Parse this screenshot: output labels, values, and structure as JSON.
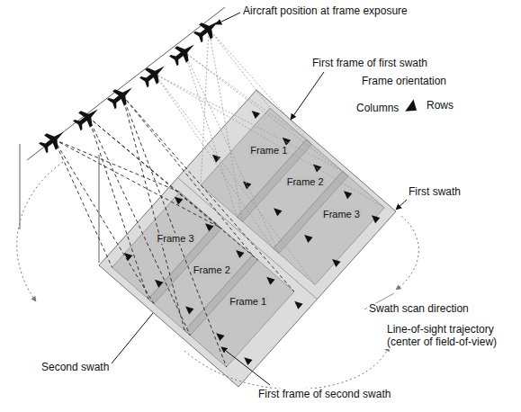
{
  "diagram": {
    "labels": [
      "Aircraft position at frame exposure",
      "First frame of first swath",
      "Frame orientation",
      "Columns",
      "Rows",
      "Frame 1",
      "First swath",
      "Frame 2",
      "Frame 3",
      "Frame 3",
      "Frame 2",
      "Frame 1",
      "Swath scan direction",
      "Line-of-sight trajectory (center of field-of-view)",
      "Second swath",
      "First frame of second swath"
    ]
  }
}
